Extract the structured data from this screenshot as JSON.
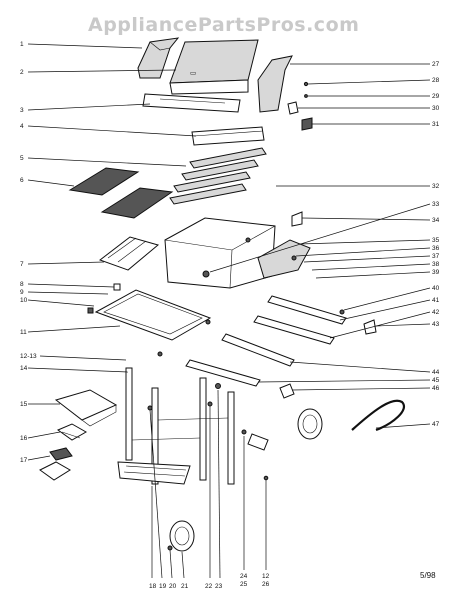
{
  "watermark": "AppliancePartsPros.com",
  "date_code": "5/98",
  "callouts_left": [
    {
      "id": "c1",
      "text": "1"
    },
    {
      "id": "c2",
      "text": "2"
    },
    {
      "id": "c3",
      "text": "3"
    },
    {
      "id": "c4",
      "text": "4"
    },
    {
      "id": "c5",
      "text": "5"
    },
    {
      "id": "c6",
      "text": "6"
    },
    {
      "id": "c7",
      "text": "7"
    },
    {
      "id": "c8",
      "text": "8"
    },
    {
      "id": "c9",
      "text": "9"
    },
    {
      "id": "c10",
      "text": "10"
    },
    {
      "id": "c11",
      "text": "11"
    },
    {
      "id": "c12",
      "text": "12-13"
    },
    {
      "id": "c14",
      "text": "14"
    },
    {
      "id": "c15",
      "text": "15"
    },
    {
      "id": "c16",
      "text": "16"
    },
    {
      "id": "c17",
      "text": "17"
    }
  ],
  "callouts_right": [
    {
      "id": "r27",
      "text": "27"
    },
    {
      "id": "r28",
      "text": "28"
    },
    {
      "id": "r29",
      "text": "29"
    },
    {
      "id": "r30",
      "text": "30"
    },
    {
      "id": "r31",
      "text": "31"
    },
    {
      "id": "r32",
      "text": "32"
    },
    {
      "id": "r33",
      "text": "33"
    },
    {
      "id": "r34",
      "text": "34"
    },
    {
      "id": "r35",
      "text": "35"
    },
    {
      "id": "r36",
      "text": "36"
    },
    {
      "id": "r37",
      "text": "37"
    },
    {
      "id": "r38",
      "text": "38"
    },
    {
      "id": "r39",
      "text": "39"
    },
    {
      "id": "r40",
      "text": "40"
    },
    {
      "id": "r41",
      "text": "41"
    },
    {
      "id": "r42",
      "text": "42"
    },
    {
      "id": "r43",
      "text": "43"
    },
    {
      "id": "r44",
      "text": "44"
    },
    {
      "id": "r45",
      "text": "45"
    },
    {
      "id": "r46",
      "text": "46"
    },
    {
      "id": "r47",
      "text": "47"
    }
  ],
  "callouts_bottom": [
    {
      "id": "b18",
      "text": "18"
    },
    {
      "id": "b19",
      "text": "19"
    },
    {
      "id": "b20",
      "text": "20"
    },
    {
      "id": "b21",
      "text": "21"
    },
    {
      "id": "b22",
      "text": "22"
    },
    {
      "id": "b23",
      "text": "23"
    },
    {
      "id": "b24",
      "text": "24"
    },
    {
      "id": "b25",
      "text": "25"
    },
    {
      "id": "b12",
      "text": "12"
    },
    {
      "id": "b26",
      "text": "26"
    }
  ]
}
